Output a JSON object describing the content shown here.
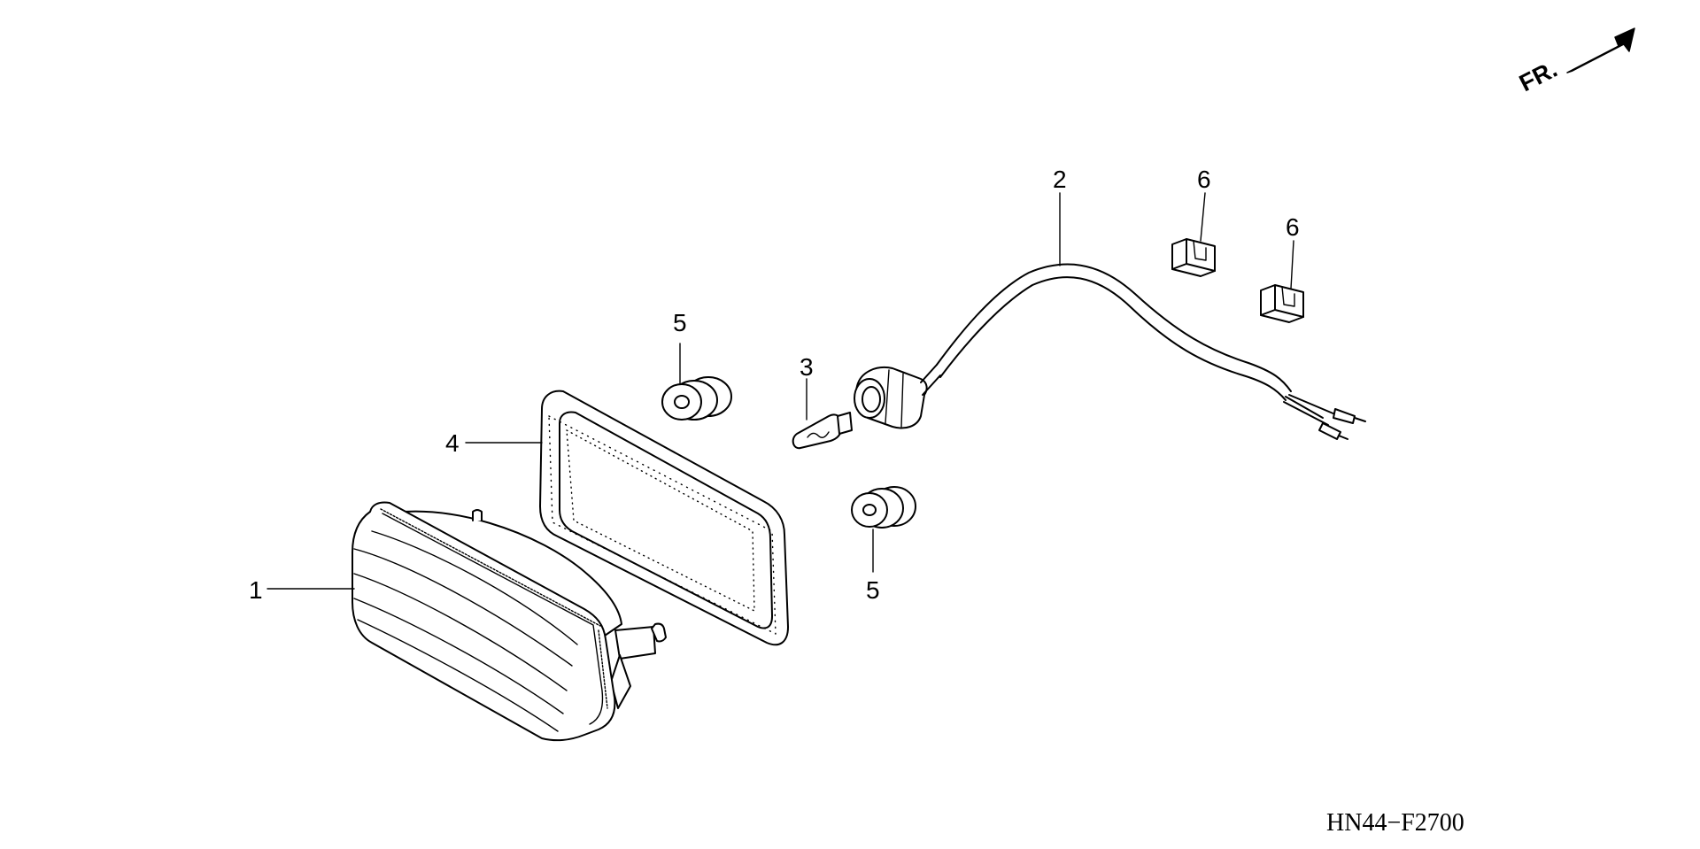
{
  "diagram": {
    "parts": [
      {
        "id": "lens-housing",
        "label": "1"
      },
      {
        "id": "socket-wire-harness",
        "label": "2"
      },
      {
        "id": "bulb",
        "label": "3"
      },
      {
        "id": "gasket",
        "label": "4"
      },
      {
        "id": "grommet-top",
        "label": "5"
      },
      {
        "id": "grommet-bottom",
        "label": "5"
      },
      {
        "id": "clip-left",
        "label": "6"
      },
      {
        "id": "clip-right",
        "label": "6"
      }
    ],
    "direction_label": "FR.",
    "drawing_code": "HN44−F2700"
  }
}
